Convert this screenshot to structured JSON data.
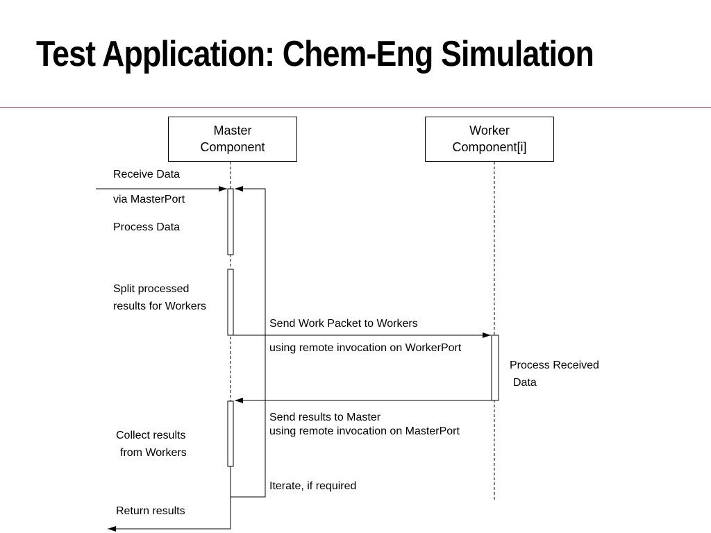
{
  "title": "Test Application: Chem-Eng Simulation",
  "participants": {
    "master": {
      "line1": "Master",
      "line2": "Component"
    },
    "worker": {
      "line1": "Worker",
      "line2": "Component[i]"
    }
  },
  "master_notes": {
    "receive": "Receive Data",
    "via": "via MasterPort",
    "process": "Process Data",
    "split_1": "Split processed",
    "split_2": "results for Workers",
    "collect_1": "Collect results",
    "collect_2": "from Workers",
    "return": "Return results"
  },
  "messages": {
    "send_work_1": "Send Work Packet to Workers",
    "send_work_2": "using remote invocation on WorkerPort",
    "send_results_1": "Send results to Master",
    "send_results_2": "using remote invocation on MasterPort",
    "iterate": "Iterate, if required"
  },
  "worker_notes": {
    "process_1": "Process Received",
    "process_2": "Data"
  },
  "colors": {
    "title_rule": "#b3404a",
    "lines": "#000000"
  }
}
